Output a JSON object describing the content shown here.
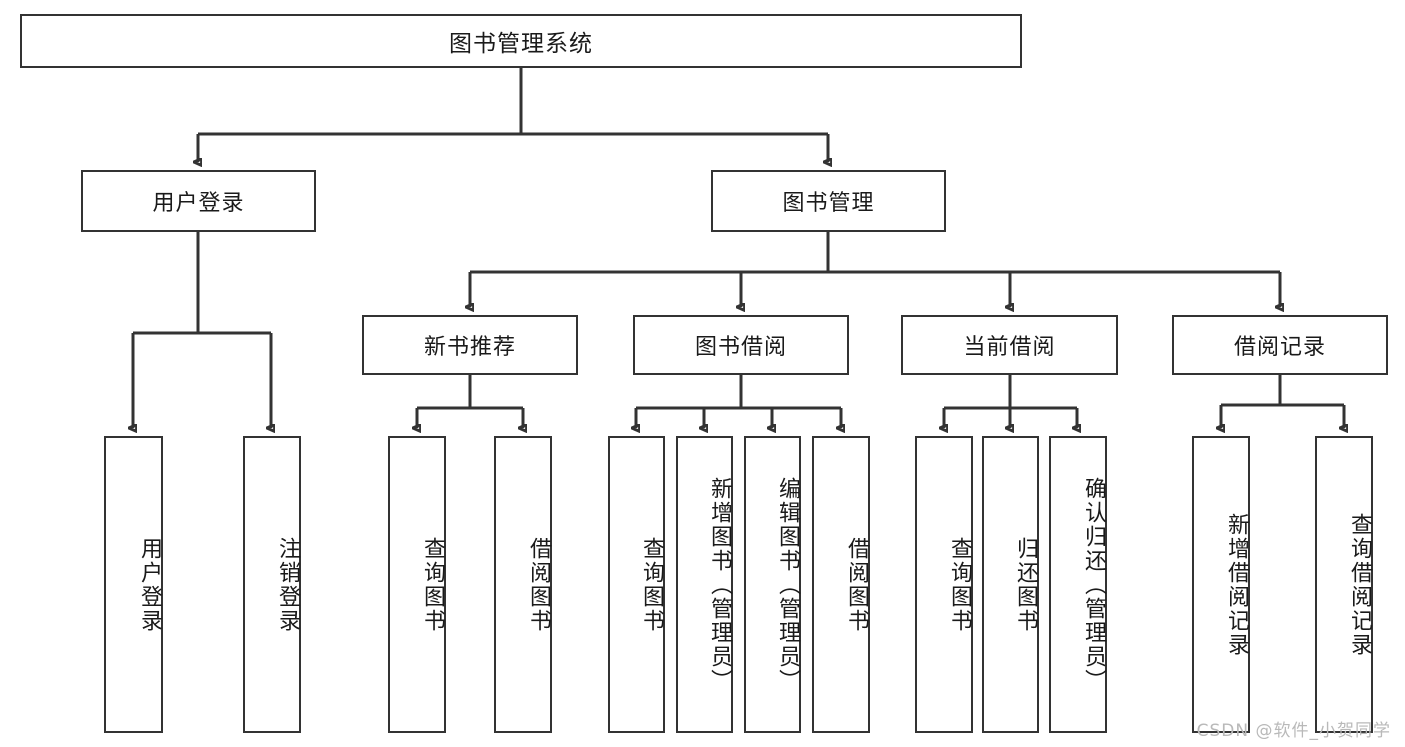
{
  "diagram": {
    "title": "图书管理系统",
    "watermark": "CSDN @软件_小贺同学",
    "colors": {
      "box_border": "#333333",
      "box_fill": "#ffffff",
      "connector": "#333333",
      "text": "#1a1a1a",
      "watermark": "#b9b9b9",
      "background": "#ffffff"
    }
  },
  "chart_data": {
    "type": "diagram",
    "subtype": "tree",
    "title": "图书管理系统",
    "orientation": "top-down",
    "nodes": [
      {
        "id": "root",
        "label": "图书管理系统",
        "level": 0,
        "parent": null
      },
      {
        "id": "n-user-login",
        "label": "用户登录",
        "level": 1,
        "parent": "root"
      },
      {
        "id": "n-book-admin",
        "label": "图书管理",
        "level": 1,
        "parent": "root"
      },
      {
        "id": "n-new-book-rec",
        "label": "新书推荐",
        "level": 2,
        "parent": "n-book-admin"
      },
      {
        "id": "n-book-borrow",
        "label": "图书借阅",
        "level": 2,
        "parent": "n-book-admin"
      },
      {
        "id": "n-current-borrow",
        "label": "当前借阅",
        "level": 2,
        "parent": "n-book-admin"
      },
      {
        "id": "n-borrow-record",
        "label": "借阅记录",
        "level": 2,
        "parent": "n-book-admin"
      },
      {
        "id": "l-user-login",
        "label": "用户登录",
        "level": 2,
        "parent": "n-user-login"
      },
      {
        "id": "l-user-logout",
        "label": "注销登录",
        "level": 2,
        "parent": "n-user-login"
      },
      {
        "id": "l-rec-query",
        "label": "查询图书",
        "level": 3,
        "parent": "n-new-book-rec"
      },
      {
        "id": "l-rec-borrow",
        "label": "借阅图书",
        "level": 3,
        "parent": "n-new-book-rec"
      },
      {
        "id": "l-borrow-query",
        "label": "查询图书",
        "level": 3,
        "parent": "n-book-borrow"
      },
      {
        "id": "l-borrow-add",
        "label": "新增图书（管理员）",
        "level": 3,
        "parent": "n-book-borrow"
      },
      {
        "id": "l-borrow-edit",
        "label": "编辑图书（管理员）",
        "level": 3,
        "parent": "n-book-borrow"
      },
      {
        "id": "l-borrow-do",
        "label": "借阅图书",
        "level": 3,
        "parent": "n-book-borrow"
      },
      {
        "id": "l-cur-query",
        "label": "查询图书",
        "level": 3,
        "parent": "n-current-borrow"
      },
      {
        "id": "l-cur-return",
        "label": "归还图书",
        "level": 3,
        "parent": "n-current-borrow"
      },
      {
        "id": "l-cur-confirm",
        "label": "确认归还（管理员）",
        "level": 3,
        "parent": "n-current-borrow"
      },
      {
        "id": "l-rec-add",
        "label": "新增借阅记录",
        "level": 3,
        "parent": "n-borrow-record"
      },
      {
        "id": "l-rec-query2",
        "label": "查询借阅记录",
        "level": 3,
        "parent": "n-borrow-record"
      }
    ],
    "edges": [
      {
        "from": "root",
        "to": "n-user-login"
      },
      {
        "from": "root",
        "to": "n-book-admin"
      },
      {
        "from": "n-user-login",
        "to": "l-user-login"
      },
      {
        "from": "n-user-login",
        "to": "l-user-logout"
      },
      {
        "from": "n-book-admin",
        "to": "n-new-book-rec"
      },
      {
        "from": "n-book-admin",
        "to": "n-book-borrow"
      },
      {
        "from": "n-book-admin",
        "to": "n-current-borrow"
      },
      {
        "from": "n-book-admin",
        "to": "n-borrow-record"
      },
      {
        "from": "n-new-book-rec",
        "to": "l-rec-query"
      },
      {
        "from": "n-new-book-rec",
        "to": "l-rec-borrow"
      },
      {
        "from": "n-book-borrow",
        "to": "l-borrow-query"
      },
      {
        "from": "n-book-borrow",
        "to": "l-borrow-add"
      },
      {
        "from": "n-book-borrow",
        "to": "l-borrow-edit"
      },
      {
        "from": "n-book-borrow",
        "to": "l-borrow-do"
      },
      {
        "from": "n-current-borrow",
        "to": "l-cur-query"
      },
      {
        "from": "n-current-borrow",
        "to": "l-cur-return"
      },
      {
        "from": "n-current-borrow",
        "to": "l-cur-confirm"
      },
      {
        "from": "n-borrow-record",
        "to": "l-rec-add"
      },
      {
        "from": "n-borrow-record",
        "to": "l-rec-query2"
      }
    ]
  }
}
